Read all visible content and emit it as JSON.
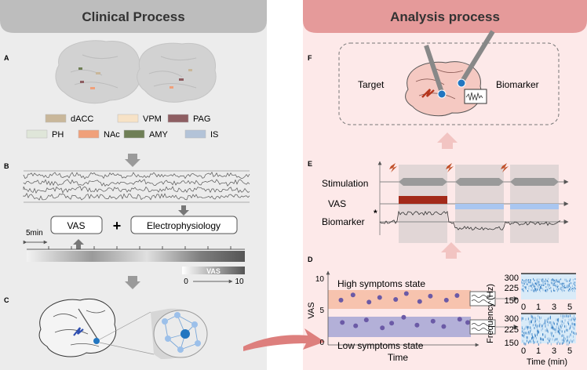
{
  "panels": {
    "clinical_title": "Clinical Process",
    "analysis_title": "Analysis process",
    "letters": {
      "A": "A",
      "B": "B",
      "C": "C",
      "D": "D",
      "E": "E",
      "F": "F"
    }
  },
  "legend": [
    {
      "label": "dACC",
      "color": "#c9b79a"
    },
    {
      "label": "VPM",
      "color": "#f7e2c6"
    },
    {
      "label": "PAG",
      "color": "#8e5e62"
    },
    {
      "label": "PH",
      "color": "#dfe6d9"
    },
    {
      "label": "NAc",
      "color": "#f0a07a"
    },
    {
      "label": "AMY",
      "color": "#6f7f56"
    },
    {
      "label": "IS",
      "color": "#b3c3d8"
    }
  ],
  "process": {
    "vas": "VAS",
    "plus": "+",
    "electrophysiology": "Electrophysiology",
    "duration": "5min",
    "scale_label": "VAS",
    "scale_min": "0",
    "scale_max": "10"
  },
  "panel_f": {
    "target": "Target",
    "biomarker": "Biomarker"
  },
  "panel_e": {
    "stimulation": "Stimulation",
    "vas": "VAS",
    "biomarker": "Biomarker",
    "asterisk": "*"
  },
  "panel_d": {
    "ylabel": "VAS",
    "xlabel": "Time",
    "y_ticks": [
      "10",
      "5",
      "0"
    ],
    "high_state": "High symptoms state",
    "low_state": "Low symptoms state",
    "freq_ylabel": "Frequency (Hz)",
    "freq_xlabel": "Time (min)",
    "freq_y_ticks": [
      "300",
      "225",
      "150"
    ],
    "freq_x_ticks": [
      "0",
      "1",
      "3",
      "5"
    ]
  },
  "colors": {
    "clinical_bg": "#ececec",
    "clinical_header": "#bdbdbd",
    "analysis_bg": "#fde9e9",
    "analysis_header": "#e59a9a",
    "arrow_pink": "#f2c4c2",
    "vas_red": "#a32a1a",
    "vas_blue": "#a9c6f0"
  },
  "chart_data": {
    "type": "scatter",
    "xlabel": "Time",
    "ylabel": "VAS",
    "ylim": [
      0,
      10
    ],
    "series": [
      {
        "name": "High symptoms state",
        "points": [
          [
            0.5,
            6.8
          ],
          [
            1.4,
            7.6
          ],
          [
            2.6,
            6.5
          ],
          [
            3.4,
            7.2
          ],
          [
            4.6,
            6.9
          ],
          [
            5.4,
            7.8
          ],
          [
            6.4,
            6.6
          ],
          [
            7.2,
            7.4
          ],
          [
            8.4,
            6.8
          ],
          [
            9.2,
            7.5
          ]
        ]
      },
      {
        "name": "Low symptoms state",
        "points": [
          [
            0.6,
            3.4
          ],
          [
            1.6,
            2.9
          ],
          [
            2.4,
            3.8
          ],
          [
            3.6,
            2.6
          ],
          [
            4.3,
            3.3
          ],
          [
            5.2,
            4.2
          ],
          [
            6.2,
            3.0
          ],
          [
            7.4,
            3.6
          ],
          [
            8.2,
            2.8
          ],
          [
            9.4,
            3.9
          ],
          [
            10.0,
            3.4
          ]
        ]
      }
    ]
  }
}
